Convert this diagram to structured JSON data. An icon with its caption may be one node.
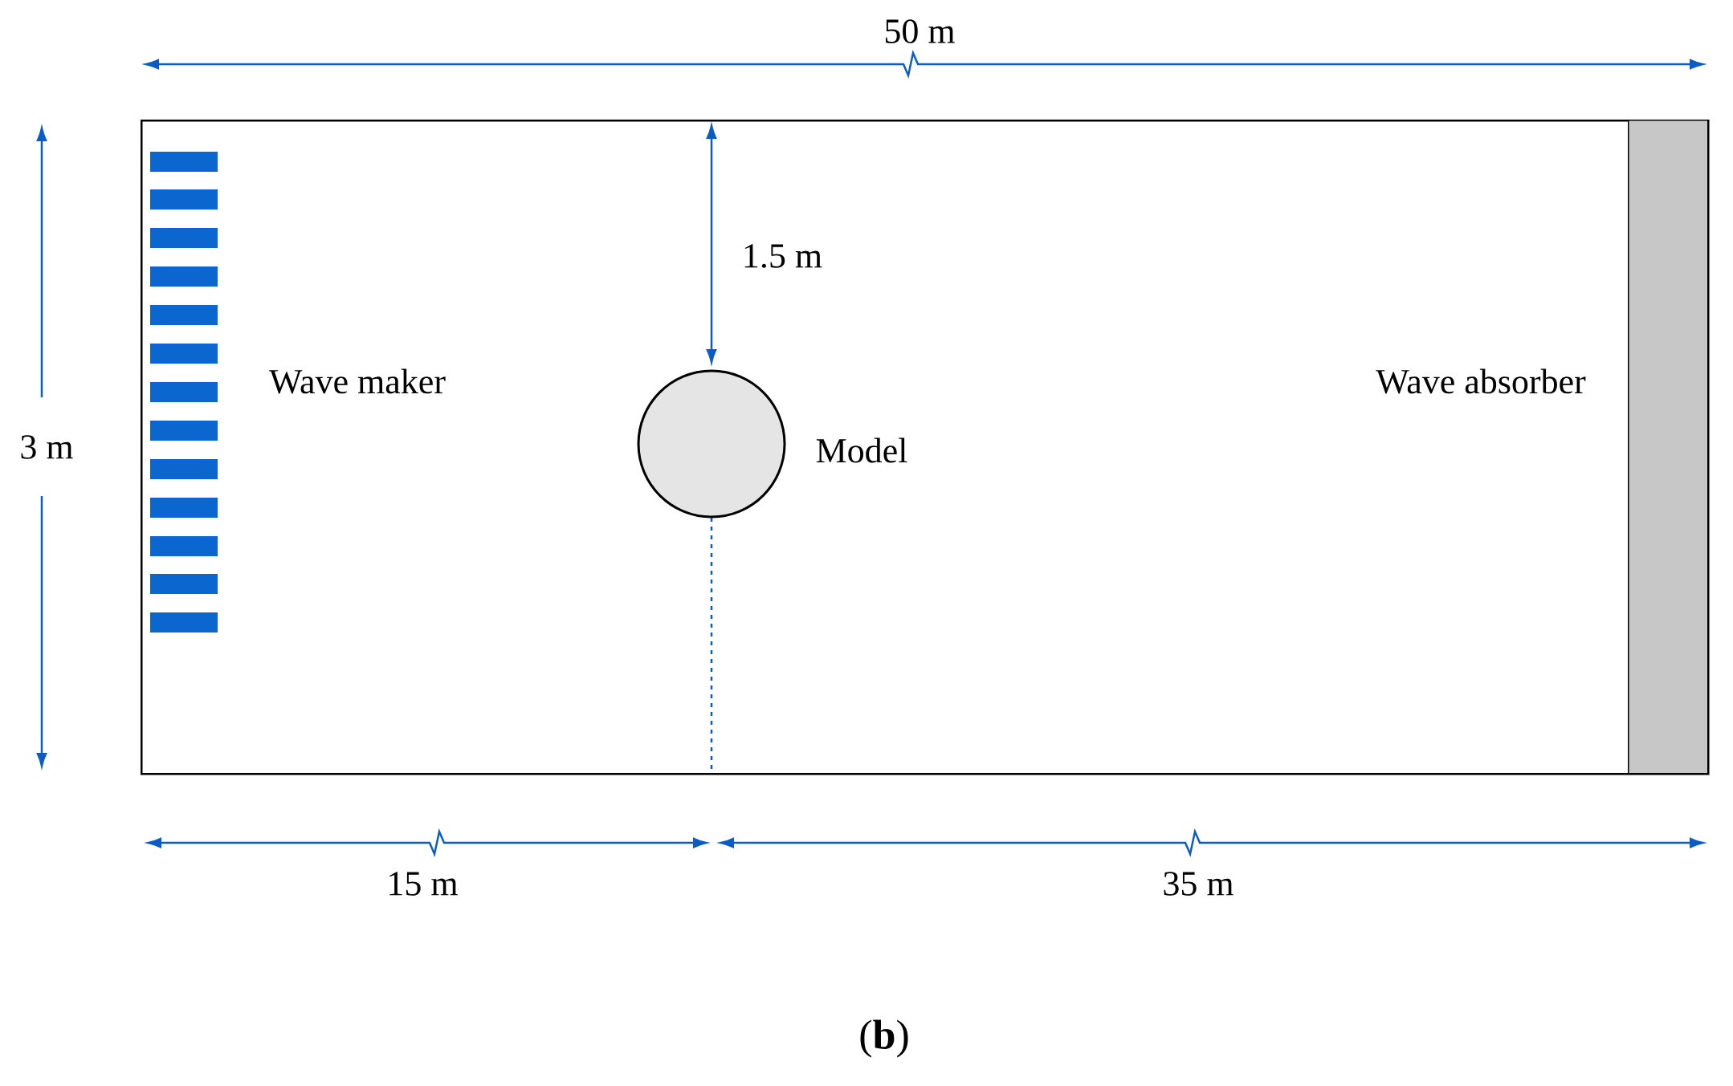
{
  "diagram": {
    "caption": "(**b**)",
    "nodes": [
      {
        "text": [],
        "shape": "box"
      },
      {
        "text": [],
        "shape": "bar",
        "beside": [
          "Wave maker"
        ],
        "in": 0
      },
      {
        "text": [],
        "shape": "circle",
        "beside": [
          "Model"
        ],
        "in": 0
      },
      {
        "text": [],
        "shape": "bar",
        "beside": [
          "Wave absorber"
        ],
        "in": 0
      }
    ],
    "labels": [
      "50 m",
      "3 m",
      "1.5 m",
      "15 m",
      "35 m"
    ]
  }
}
